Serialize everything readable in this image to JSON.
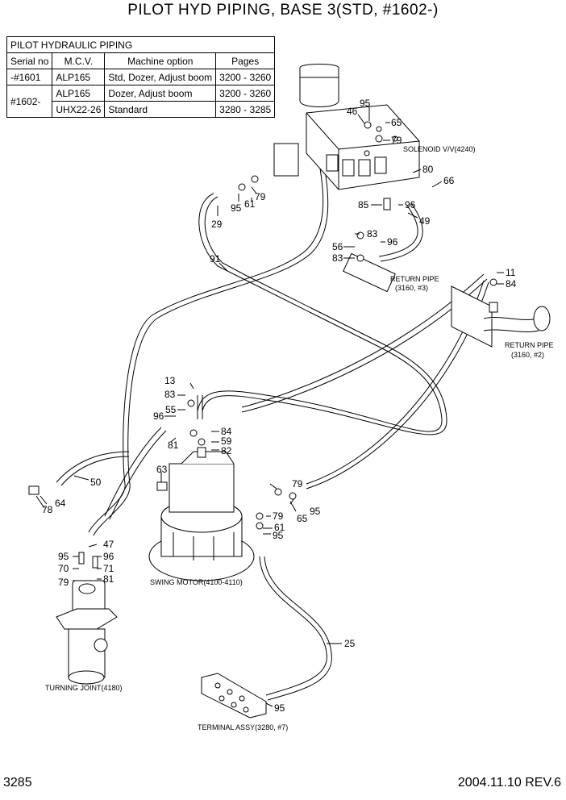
{
  "title": "PILOT HYD PIPING, BASE 3(STD,  #1602-)",
  "table": {
    "caption": "PILOT HYDRAULIC PIPING",
    "headers": [
      "Serial no",
      "M.C.V.",
      "Machine option",
      "Pages"
    ],
    "rows": [
      {
        "serial": "-#1601",
        "mcv": "ALP165",
        "option": "Std, Dozer, Adjust boom",
        "pages": "3200 - 3260"
      },
      {
        "serial": "#1602-",
        "mcv": "ALP165",
        "option": "Dozer, Adjust boom",
        "pages": "3200 - 3260"
      },
      {
        "serial": "",
        "mcv": "UHX22-26",
        "option": "Standard",
        "pages": "3280 - 3285"
      }
    ]
  },
  "components": {
    "solenoid": "SOLENOID V/V(4240)",
    "return_pipe_1a": "RETURN PIPE",
    "return_pipe_1b": "(3160, #3)",
    "return_pipe_2a": "RETURN PIPE",
    "return_pipe_2b": "(3160, #2)",
    "swing_motor": "SWING MOTOR(4100-4110)",
    "turning_joint": "TURNING JOINT(4180)",
    "terminal_assy": "TERMINAL ASSY(3280, #7)"
  },
  "callouts": [
    {
      "id": "c95a",
      "text": "95"
    },
    {
      "id": "c46",
      "text": "46"
    },
    {
      "id": "c65a",
      "text": "65"
    },
    {
      "id": "c79a",
      "text": "79"
    },
    {
      "id": "c80",
      "text": "80"
    },
    {
      "id": "c66",
      "text": "66"
    },
    {
      "id": "c79b",
      "text": "79"
    },
    {
      "id": "c95b",
      "text": "95"
    },
    {
      "id": "c61a",
      "text": "61"
    },
    {
      "id": "c29",
      "text": "29"
    },
    {
      "id": "c85",
      "text": "85"
    },
    {
      "id": "c96a",
      "text": "96"
    },
    {
      "id": "c49",
      "text": "49"
    },
    {
      "id": "c83a",
      "text": "83"
    },
    {
      "id": "c56",
      "text": "56"
    },
    {
      "id": "c96b",
      "text": "96"
    },
    {
      "id": "c83b",
      "text": "83"
    },
    {
      "id": "c91",
      "text": "91"
    },
    {
      "id": "c11",
      "text": "11"
    },
    {
      "id": "c84a",
      "text": "84"
    },
    {
      "id": "c13",
      "text": "13"
    },
    {
      "id": "c83c",
      "text": "83"
    },
    {
      "id": "c55",
      "text": "55"
    },
    {
      "id": "c96c",
      "text": "96"
    },
    {
      "id": "c81a",
      "text": "81"
    },
    {
      "id": "c84b",
      "text": "84"
    },
    {
      "id": "c59",
      "text": "59"
    },
    {
      "id": "c82",
      "text": "82"
    },
    {
      "id": "c50",
      "text": "50"
    },
    {
      "id": "c63",
      "text": "63"
    },
    {
      "id": "c64",
      "text": "64"
    },
    {
      "id": "c78",
      "text": "78"
    },
    {
      "id": "c79c",
      "text": "79"
    },
    {
      "id": "c79d",
      "text": "79"
    },
    {
      "id": "c95c",
      "text": "95"
    },
    {
      "id": "c65b",
      "text": "65"
    },
    {
      "id": "c61b",
      "text": "61"
    },
    {
      "id": "c95d",
      "text": "95"
    },
    {
      "id": "c47",
      "text": "47"
    },
    {
      "id": "c95e",
      "text": "95"
    },
    {
      "id": "c96d",
      "text": "96"
    },
    {
      "id": "c70",
      "text": "70"
    },
    {
      "id": "c71",
      "text": "71"
    },
    {
      "id": "c79e",
      "text": "79"
    },
    {
      "id": "c81b",
      "text": "81"
    },
    {
      "id": "c25",
      "text": "25"
    },
    {
      "id": "c95f",
      "text": "95"
    }
  ],
  "footer": {
    "page": "3285",
    "revision": "2004.11.10  REV.6"
  }
}
